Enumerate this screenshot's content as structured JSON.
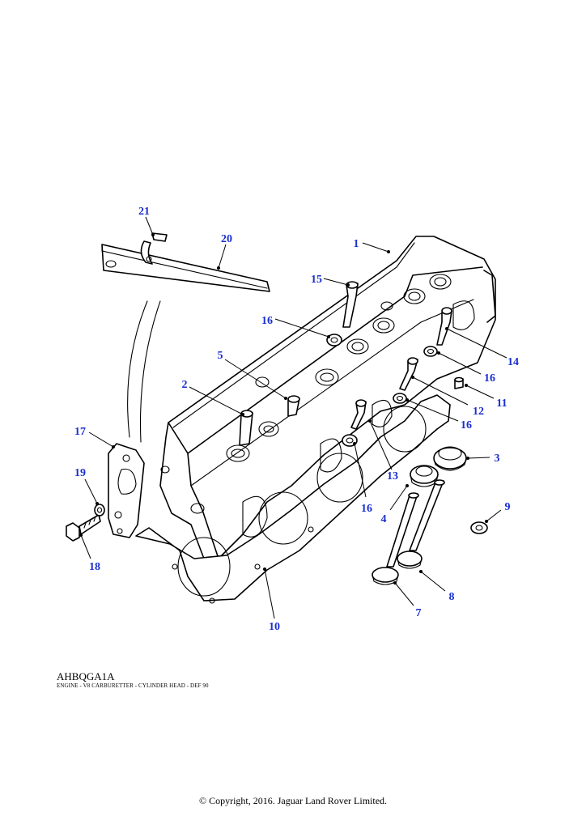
{
  "figure": {
    "code": "AHBQGA1A",
    "caption": "ENGINE - V8 CARBURETTER - CYLINDER HEAD - DEF 90"
  },
  "copyright": "© Copyright, 2016. Jaguar Land Rover Limited.",
  "callout_color": "#1a2fd0",
  "callouts": {
    "c1": "1",
    "c2": "2",
    "c3": "3",
    "c4": "4",
    "c5": "5",
    "c7": "7",
    "c8": "8",
    "c9": "9",
    "c10": "10",
    "c11": "11",
    "c12": "12",
    "c13": "13",
    "c14": "14",
    "c15": "15",
    "c16a": "16",
    "c16b": "16",
    "c16c": "16",
    "c16d": "16",
    "c17": "17",
    "c18": "18",
    "c19": "19",
    "c20": "20",
    "c21": "21"
  }
}
